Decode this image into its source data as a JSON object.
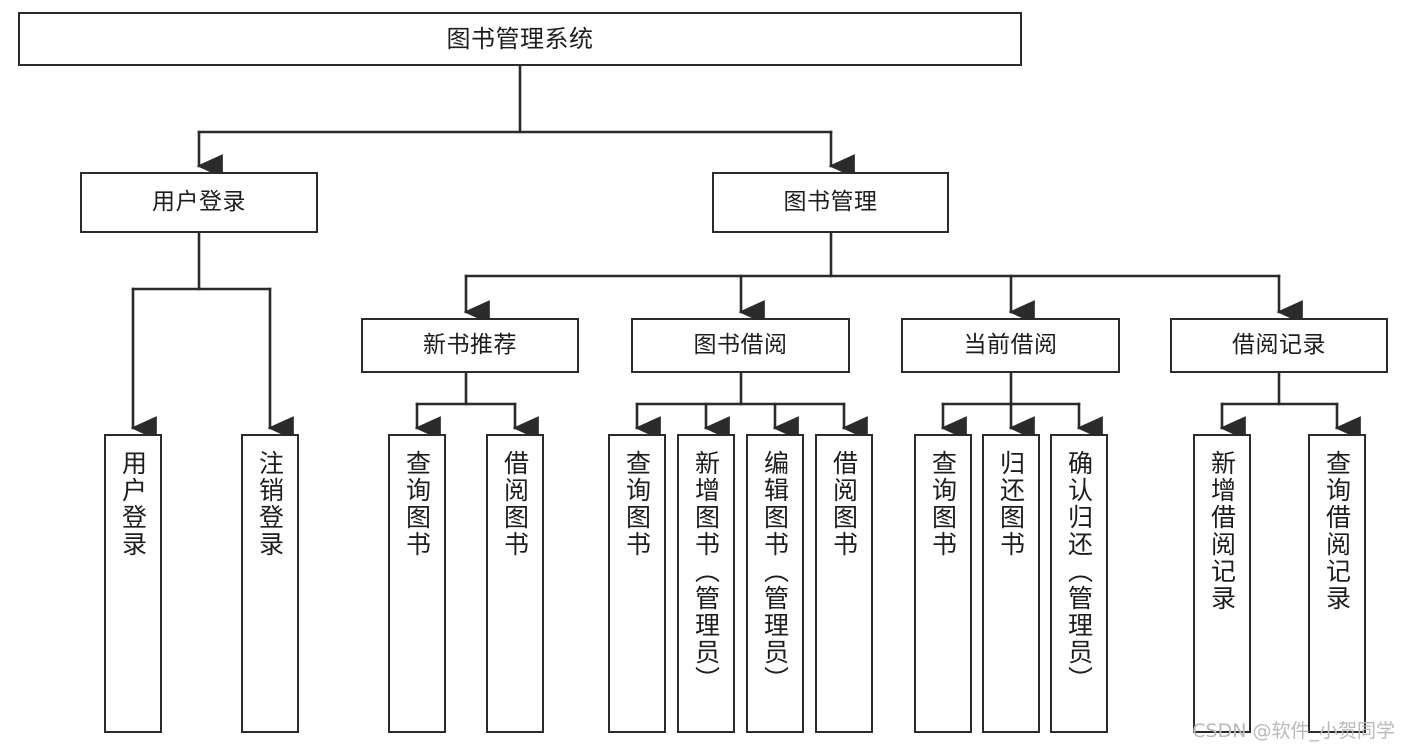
{
  "diagram": {
    "title": "图书管理系统",
    "type": "hierarchy-tree",
    "watermark": "CSDN @软件_小贺同学",
    "colors": {
      "node_border": "#2b2b2b",
      "node_fill": "#ffffff",
      "edge": "#2b2b2b",
      "text": "#1d1d1d",
      "watermark": "#b9b9b9",
      "background": "#ffffff"
    },
    "nodes": {
      "root": {
        "label": "图书管理系统"
      },
      "level2": [
        {
          "id": "user-login",
          "label": "用户登录"
        },
        {
          "id": "book-manage",
          "label": "图书管理"
        }
      ],
      "level3": [
        {
          "id": "new-book-recommend",
          "label": "新书推荐"
        },
        {
          "id": "book-borrow",
          "label": "图书借阅"
        },
        {
          "id": "current-borrow",
          "label": "当前借阅"
        },
        {
          "id": "borrow-record",
          "label": "借阅记录"
        }
      ],
      "leaves": {
        "user_login": [
          {
            "id": "leaf-user-login",
            "label": "用户登录"
          },
          {
            "id": "leaf-logout-login",
            "label": "注销登录"
          }
        ],
        "new_book_recommend": [
          {
            "id": "leaf-query-book-1",
            "label": "查询图书"
          },
          {
            "id": "leaf-borrow-book-1",
            "label": "借阅图书"
          }
        ],
        "book_borrow": [
          {
            "id": "leaf-query-book-2",
            "label": "查询图书"
          },
          {
            "id": "leaf-add-book",
            "label": "新增图书（管理员）"
          },
          {
            "id": "leaf-edit-book",
            "label": "编辑图书（管理员）"
          },
          {
            "id": "leaf-borrow-book-2",
            "label": "借阅图书"
          }
        ],
        "current_borrow": [
          {
            "id": "leaf-query-book-3",
            "label": "查询图书"
          },
          {
            "id": "leaf-return-book",
            "label": "归还图书"
          },
          {
            "id": "leaf-confirm-return",
            "label": "确认归还（管理员）"
          }
        ],
        "borrow_record": [
          {
            "id": "leaf-add-record",
            "label": "新增借阅记录"
          },
          {
            "id": "leaf-query-record",
            "label": "查询借阅记录"
          }
        ]
      }
    }
  }
}
